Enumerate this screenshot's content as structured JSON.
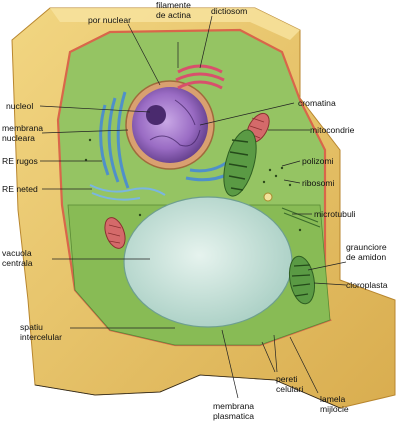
{
  "labels": {
    "por_nuclear": "por nuclear",
    "filamente": [
      "filamente",
      "de actina"
    ],
    "dictiosom": "dictiosom",
    "nucleol": "nucleol",
    "membrana_nucleara": [
      "membrana",
      "nucleara"
    ],
    "cromatina": "cromatina",
    "mitocondrie": "mitocondrie",
    "re_rugos": "RE rugos",
    "polizomi": "polizomi",
    "re_neted": "RE neted",
    "ribosomi": "ribosomi",
    "microtubuli": "microtubuli",
    "vacuola": [
      "vacuola",
      "centrala"
    ],
    "graunciore": [
      "graunciore",
      "de amidon"
    ],
    "cloroplasta": "cloroplasta",
    "spatiu": [
      "spatiu",
      "intercelular"
    ],
    "membrana_plasmatica": [
      "membrana",
      "plasmatica"
    ],
    "pereti": [
      "pereti",
      "celulari"
    ],
    "lamela": [
      "lamela",
      "mijlocie"
    ]
  },
  "colors": {
    "cell_wall": "#e8c468",
    "cell_wall_shadow": "#c99a3a",
    "cytoplasm": "#8fbf5e",
    "plasma_membrane": "#d9664a",
    "vacuole": "#c9e4dc",
    "nucleus": "#8a5fb0",
    "nucleolus": "#4a2a6e",
    "er_rough": "#5b9fd6",
    "golgi": "#e0607a",
    "mitochondrion": "#d46a6a",
    "chloroplast": "#4c8a3a"
  }
}
